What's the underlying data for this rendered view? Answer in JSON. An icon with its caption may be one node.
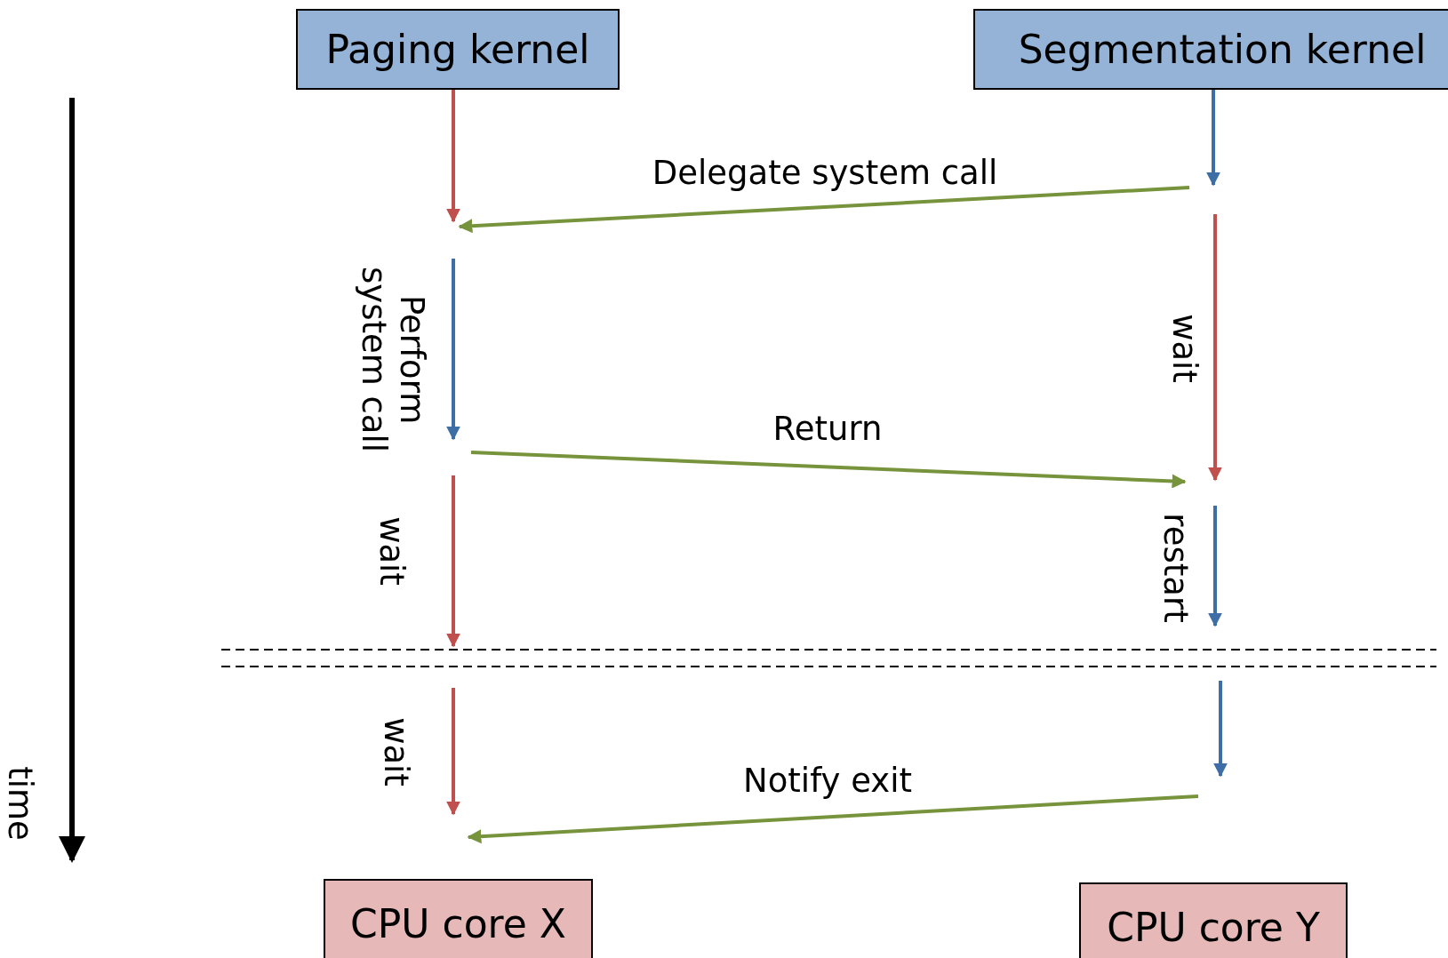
{
  "diagram": {
    "nodes": [
      {
        "text": [
          "Paging kernel"
        ]
      },
      {
        "text": [
          "Segmentation kernel"
        ]
      },
      {
        "text": [
          "CPU core X"
        ]
      },
      {
        "text": [
          "CPU core Y"
        ]
      }
    ],
    "edges": [
      {
        "from": 0,
        "to": null,
        "arrow": "to"
      },
      {
        "from": 1,
        "to": null,
        "arrow": "to",
        "color": "#3e6ea6"
      }
    ],
    "labels": [
      "Delegate system call",
      "Perform system call",
      "wait",
      "Return",
      "wait",
      "restart",
      "wait",
      "Notify exit",
      "time"
    ]
  }
}
